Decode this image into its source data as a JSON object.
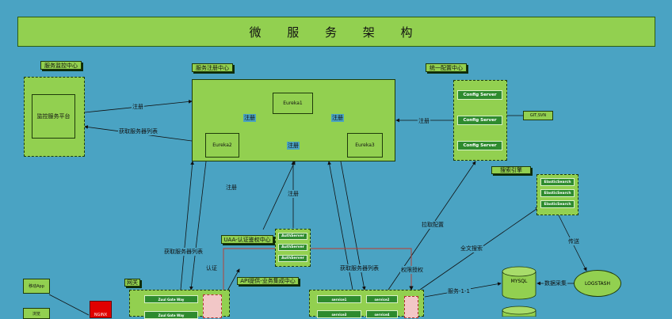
{
  "title": "微 服 务 架 构",
  "tags": {
    "monitor": "服务监控中心",
    "registry": "服务注册中心",
    "config": "统一配置中心",
    "search": "搜索引擎",
    "uaa": "UAA-认证鉴权中心",
    "api": "API提供-业务集成中心",
    "gateway": "网关"
  },
  "monitor_platform": "监控服务平台",
  "eureka": [
    "Eureka1",
    "Eureka2",
    "Eureka3"
  ],
  "config_servers": [
    "Config Server",
    "Config Server",
    "Config Server"
  ],
  "git_svn": "GIT,SVN",
  "es": [
    "ElasticSearch",
    "ElasticSearch",
    "ElasticSearch"
  ],
  "auth": [
    "AuthServer",
    "AuthServer",
    "AuthServer"
  ],
  "gateway_nodes": [
    "Zuul Gate Way",
    "Zuul Gate Way"
  ],
  "api_nodes": [
    "service1",
    "service2",
    "service3",
    "service4"
  ],
  "mysql": "MYSQL",
  "logstash": "LOGSTASH",
  "nginx": "NGINX",
  "left_tags": [
    "移动App",
    "浏览"
  ],
  "edge_labels": {
    "reg1": "注册",
    "fetch1": "获取服务器列表",
    "reg_e1e2": "注册",
    "reg_e1e3": "注册",
    "reg_e2e3": "注册",
    "reg_cfg": "注册",
    "reg2": "注册",
    "reg3": "注册",
    "fetch2": "获取服务器列表",
    "auth": "认证",
    "fetch3": "获取服务器列表",
    "pull_cfg": "拉取配置",
    "fulltext": "全文搜索",
    "perm": "权限授权",
    "transfer": "传送",
    "sync": "数据采集",
    "svc": "服务-1-1"
  }
}
